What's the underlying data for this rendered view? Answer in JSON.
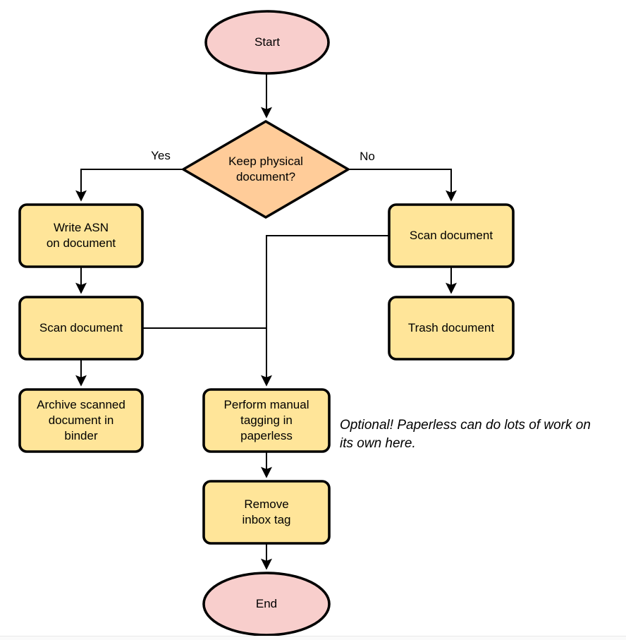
{
  "diagram": {
    "type": "flowchart",
    "nodes": {
      "start": {
        "shape": "ellipse",
        "label": "Start"
      },
      "decision": {
        "shape": "diamond",
        "label": "Keep physical\ndocument?"
      },
      "write_asn": {
        "shape": "process",
        "label": "Write ASN\non document"
      },
      "scan_left": {
        "shape": "process",
        "label": "Scan document"
      },
      "archive": {
        "shape": "process",
        "label": "Archive scanned\ndocument in\nbinder"
      },
      "scan_right": {
        "shape": "process",
        "label": "Scan document"
      },
      "trash": {
        "shape": "process",
        "label": "Trash document"
      },
      "tagging": {
        "shape": "process",
        "label": "Perform manual\ntagging in\npaperless"
      },
      "remove_inbox": {
        "shape": "process",
        "label": "Remove\ninbox tag"
      },
      "end": {
        "shape": "ellipse",
        "label": "End"
      }
    },
    "edges": {
      "yes_label": "Yes",
      "no_label": "No",
      "list": [
        "start -> decision",
        "decision -Yes-> write_asn",
        "decision -No-> scan_right",
        "write_asn -> scan_left",
        "scan_left -> archive",
        "scan_left -> tagging",
        "scan_right -> trash",
        "scan_right -> tagging",
        "tagging -> remove_inbox",
        "remove_inbox -> end"
      ]
    },
    "annotation": {
      "text": "Optional! Paperless can do lots of work on\nits own here."
    },
    "colors": {
      "terminal_fill": "#F8CECC",
      "decision_fill": "#FFCC99",
      "process_fill": "#FFE599",
      "stroke": "#000000"
    }
  }
}
